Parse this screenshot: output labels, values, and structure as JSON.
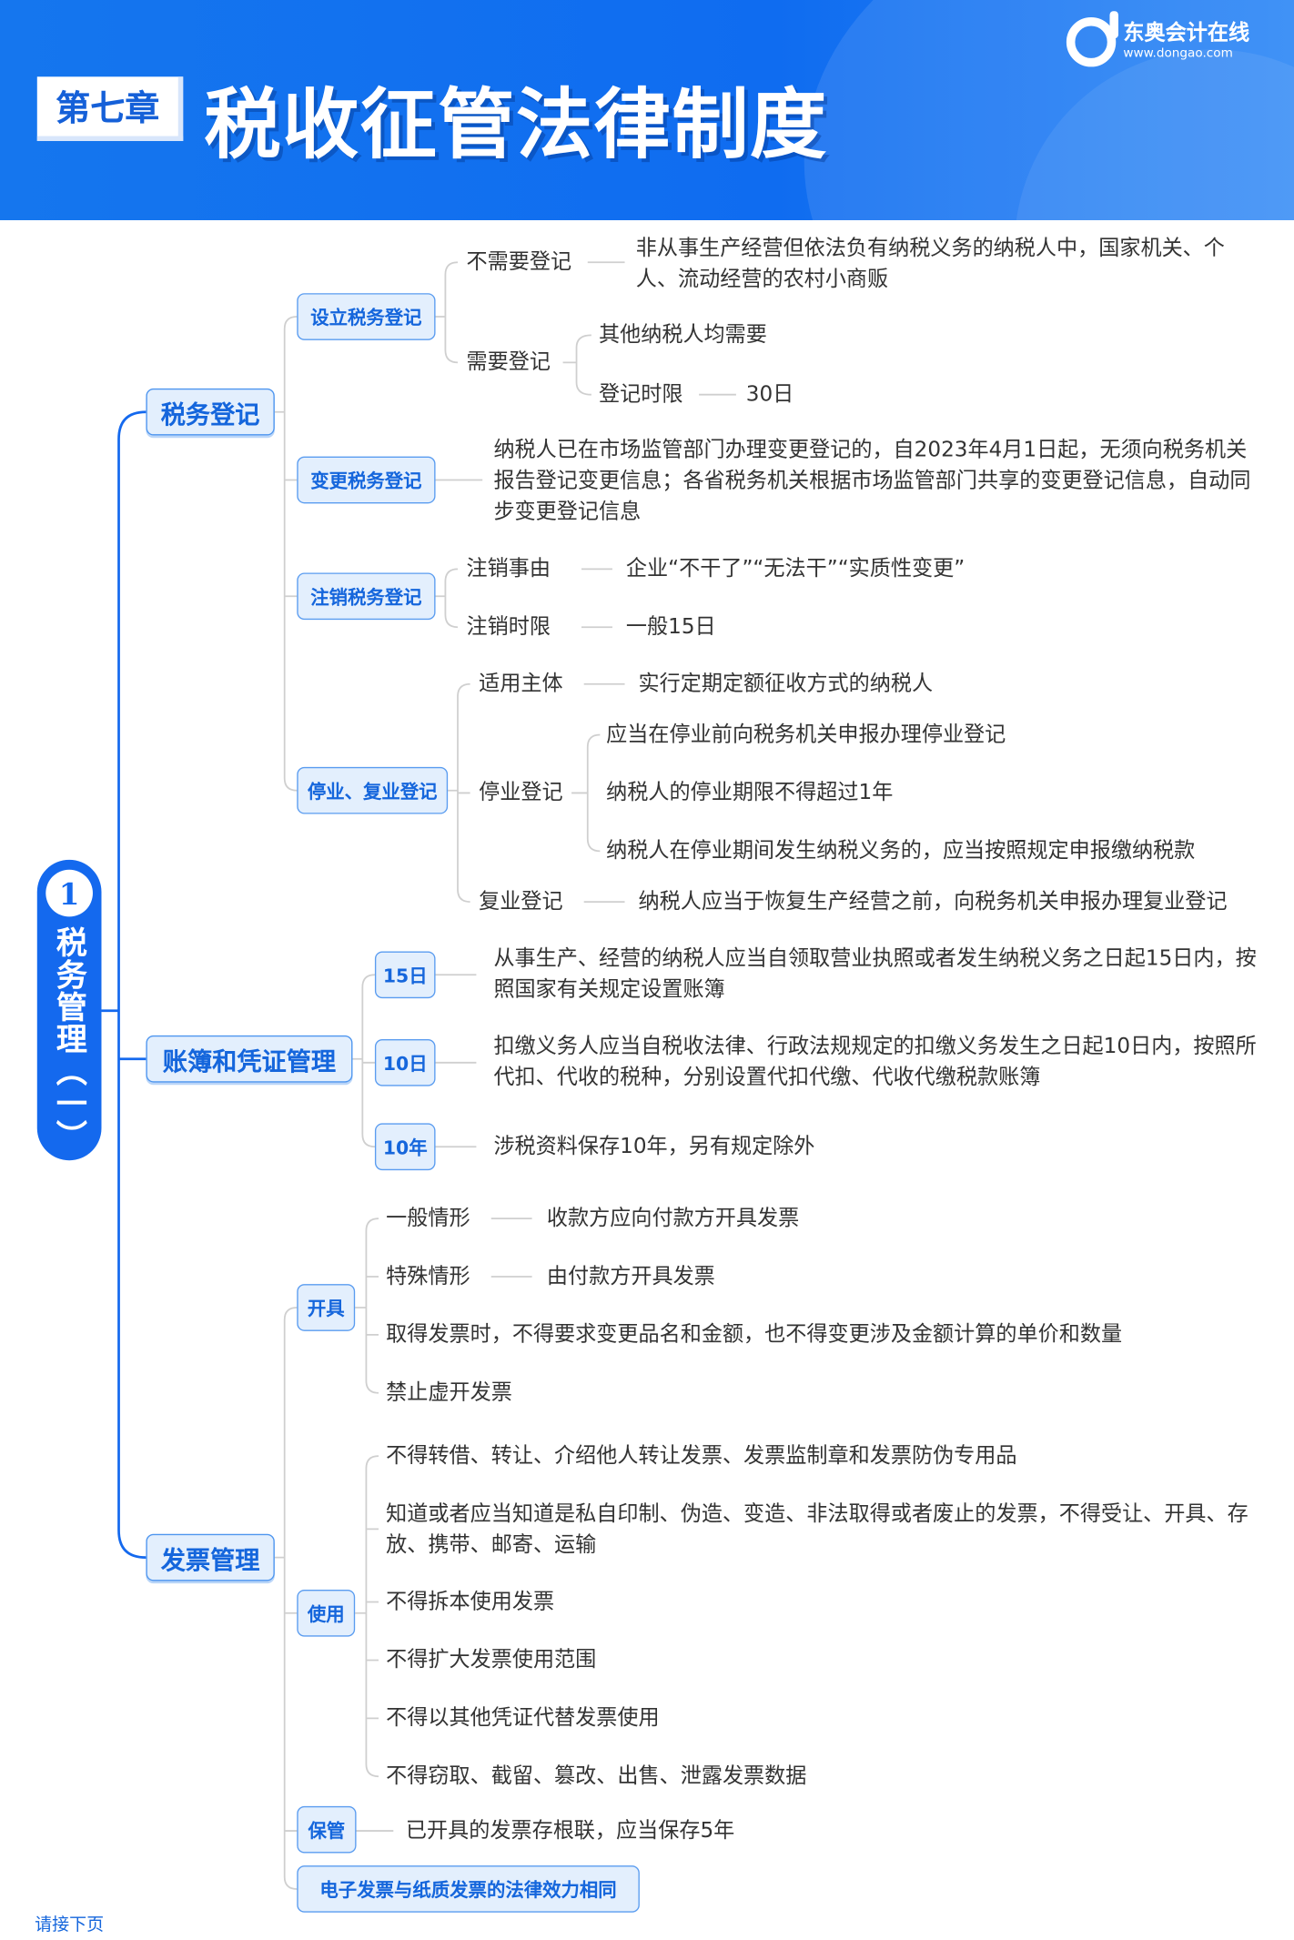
{
  "header": {
    "chapter": "第七章",
    "title": "税收征管法律制度",
    "logo_name": "东奥会计在线",
    "logo_url": "www.dongao.com"
  },
  "root": {
    "number": "1",
    "label": "税务管理（一）"
  },
  "registration": {
    "label": "税务登记",
    "setup": {
      "label": "设立税务登记",
      "no_need": "不需要登记",
      "no_need_desc": "非从事生产经营但依法负有纳税义务的纳税人中，国家机关、个人、流动经营的农村小商贩",
      "need": "需要登记",
      "need_other": "其他纳税人均需要",
      "deadline_label": "登记时限",
      "deadline": "30日"
    },
    "change": {
      "label": "变更税务登记",
      "desc": "纳税人已在市场监管部门办理变更登记的，自2023年4月1日起，无须向税务机关报告登记变更信息；各省税务机关根据市场监管部门共享的变更登记信息，自动同步变更登记信息"
    },
    "cancel": {
      "label": "注销税务登记",
      "reason_label": "注销事由",
      "reason": "企业“不干了”“无法干”“实质性变更”",
      "deadline_label": "注销时限",
      "deadline": "一般15日"
    },
    "suspend": {
      "label": "停业、复业登记",
      "subject_label": "适用主体",
      "subject": "实行定期定额征收方式的纳税人",
      "suspend_label": "停业登记",
      "suspend_items": [
        "应当在停业前向税务机关申报办理停业登记",
        "纳税人的停业期限不得超过1年",
        "纳税人在停业期间发生纳税义务的，应当按照规定申报缴纳税款"
      ],
      "resume_label": "复业登记",
      "resume": "纳税人应当于恢复生产经营之前，向税务机关申报办理复业登记"
    }
  },
  "books": {
    "label": "账簿和凭证管理",
    "items": [
      {
        "tag": "15日",
        "desc": "从事生产、经营的纳税人应当自领取营业执照或者发生纳税义务之日起15日内，按照国家有关规定设置账簿"
      },
      {
        "tag": "10日",
        "desc": "扣缴义务人应当自税收法律、行政法规规定的扣缴义务发生之日起10日内，按照所代扣、代收的税种，分别设置代扣代缴、代收代缴税款账簿"
      },
      {
        "tag": "10年",
        "desc": "涉税资料保存10年，另有规定除外"
      }
    ]
  },
  "invoice": {
    "label": "发票管理",
    "issue": {
      "label": "开具",
      "general_label": "一般情形",
      "general": "收款方应向付款方开具发票",
      "special_label": "特殊情形",
      "special": "由付款方开具发票",
      "rule1": "取得发票时，不得要求变更品名和金额，也不得变更涉及金额计算的单价和数量",
      "rule2": "禁止虚开发票"
    },
    "use": {
      "label": "使用",
      "items": [
        "不得转借、转让、介绍他人转让发票、发票监制章和发票防伪专用品",
        "知道或者应当知道是私自印制、伪造、变造、非法取得或者废止的发票，不得受让、开具、存放、携带、邮寄、运输",
        "不得拆本使用发票",
        "不得扩大发票使用范围",
        "不得以其他凭证代替发票使用",
        "不得窃取、截留、篡改、出售、泄露发票数据"
      ]
    },
    "keep": {
      "label": "保管",
      "desc": "已开具的发票存根联，应当保存5年"
    },
    "electronic": "电子发票与纸质发票的法律效力相同"
  },
  "footer": {
    "next": "请接下页"
  },
  "colors": {
    "primary": "#1469ee",
    "node_bg": "#e3effd",
    "connector": "#cccccc"
  }
}
